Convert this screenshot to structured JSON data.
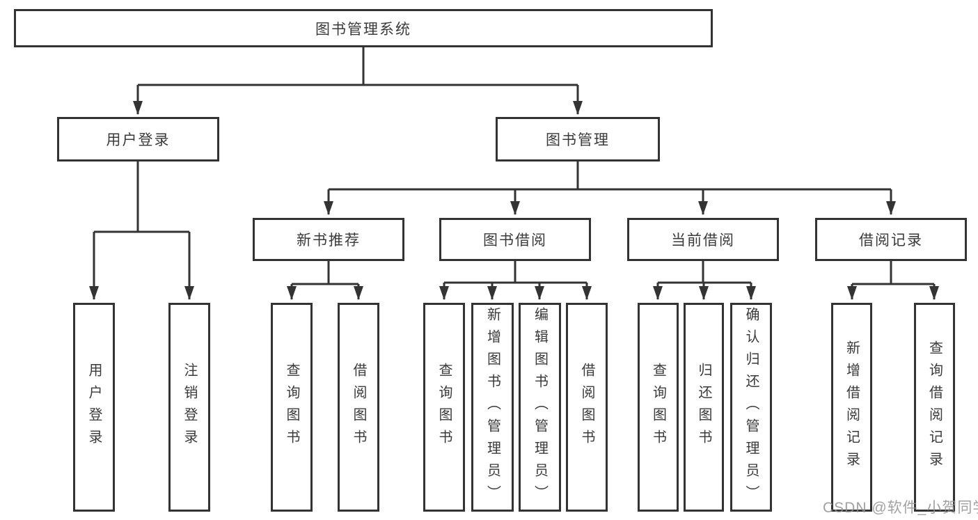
{
  "diagram": {
    "root": {
      "label": "图书管理系统"
    },
    "level1": {
      "user_login_module": {
        "label": "用户登录"
      },
      "book_management": {
        "label": "图书管理"
      }
    },
    "level2": {
      "new_book_recommend": {
        "label": "新书推荐"
      },
      "book_borrowing": {
        "label": "图书借阅"
      },
      "current_borrowing": {
        "label": "当前借阅"
      },
      "borrowing_records": {
        "label": "借阅记录"
      }
    },
    "leaves": {
      "user_login": "用户登录",
      "logout": "注销登录",
      "nb_query_books": "查询图书",
      "nb_borrow_books": "借阅图书",
      "bb_query_books": "查询图书",
      "bb_add_books": "新增图书（管理员）",
      "bb_edit_books": "编辑图书（管理员）",
      "bb_borrow_books": "借阅图书",
      "cb_query_books": "查询图书",
      "cb_return_books": "归还图书",
      "cb_confirm_return": "确认归还（管理员）",
      "br_add_record": "新增借阅记录",
      "br_query_record": "查询借阅记录"
    }
  },
  "watermark": "CSDN @软件_小贺同学",
  "colors": {
    "line": "#333333",
    "text": "#3a3a3a",
    "watermark": "#919191"
  }
}
